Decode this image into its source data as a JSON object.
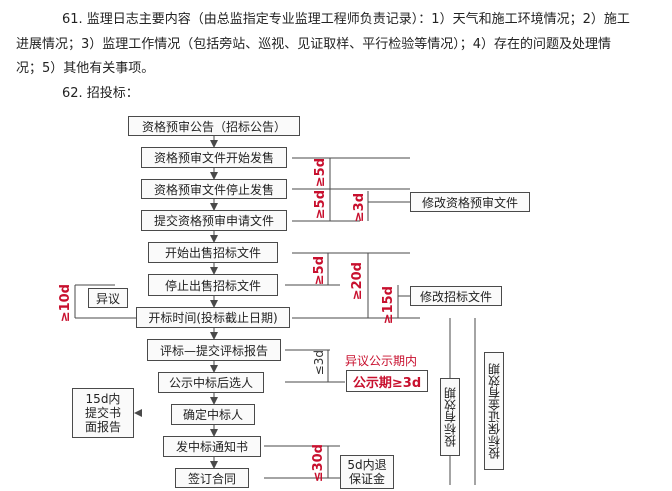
{
  "paragraphs": {
    "p61_line1": "61. 监理日志主要内容（由总监指定专业监理工程师负责记录）：1）天气和施工环境情况；2）施工",
    "p61_line2": "进展情况；3）监理工作情况（包括旁站、巡视、见证取样、平行检验等情况）；4）存在的问题及处理情",
    "p61_line3": "况；5）其他有关事项。",
    "p62_heading": "62. 招投标："
  },
  "flowchart": {
    "steps": [
      "资格预审公告（招标公告）",
      "资格预审文件开始发售",
      "资格预审文件停止发售",
      "提交资格预审申请文件",
      "开始出售招标文件",
      "停止出售招标文件",
      "开标时间(投标截止日期)",
      "评标—提交评标报告",
      "公示中标后选人",
      "确定中标人",
      "发中标通知书",
      "签订合同"
    ],
    "side_boxes": {
      "modify_prequal": "修改资格预审文件",
      "modify_tender": "修改招标文件",
      "objection": "异议",
      "report_15d_line1": "15d内",
      "report_15d_line2": "提交书",
      "report_15d_line3": "面报告",
      "deposit_5d_line1": "5d内退",
      "deposit_5d_line2": "保证金",
      "objection_period": "异议公示期内",
      "publicity": "公示期≥3d"
    },
    "durations": {
      "d1": "≥5d",
      "d2": "≥5d",
      "d3": "≥3d",
      "d4": "≥5d",
      "d5": "≥20d",
      "d6": "≥15d",
      "d7": "≥10d",
      "d8": "≤3d",
      "d9": "≤30d"
    },
    "validity": {
      "bid": "投标有效期",
      "deposit": "投标保证金有效期"
    }
  }
}
